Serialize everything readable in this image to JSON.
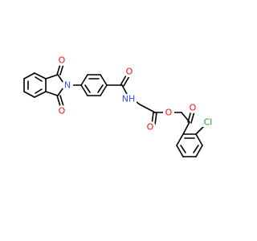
{
  "molecule": {
    "atoms": [
      {
        "label": "O",
        "color": "#ff0d0d"
      },
      {
        "label": "O",
        "color": "#ff0d0d"
      },
      {
        "label": "N",
        "color": "#3050f8"
      },
      {
        "label": "O",
        "color": "#ff0d0d"
      },
      {
        "label": "NH",
        "color": "#3050f8"
      },
      {
        "label": "O",
        "color": "#ff0d0d"
      },
      {
        "label": "O",
        "color": "#ff0d0d"
      },
      {
        "label": "O",
        "color": "#ff0d0d"
      },
      {
        "label": "Cl",
        "color": "#1fa01f"
      }
    ],
    "bond_color": "#000000",
    "background": "#ffffff"
  }
}
